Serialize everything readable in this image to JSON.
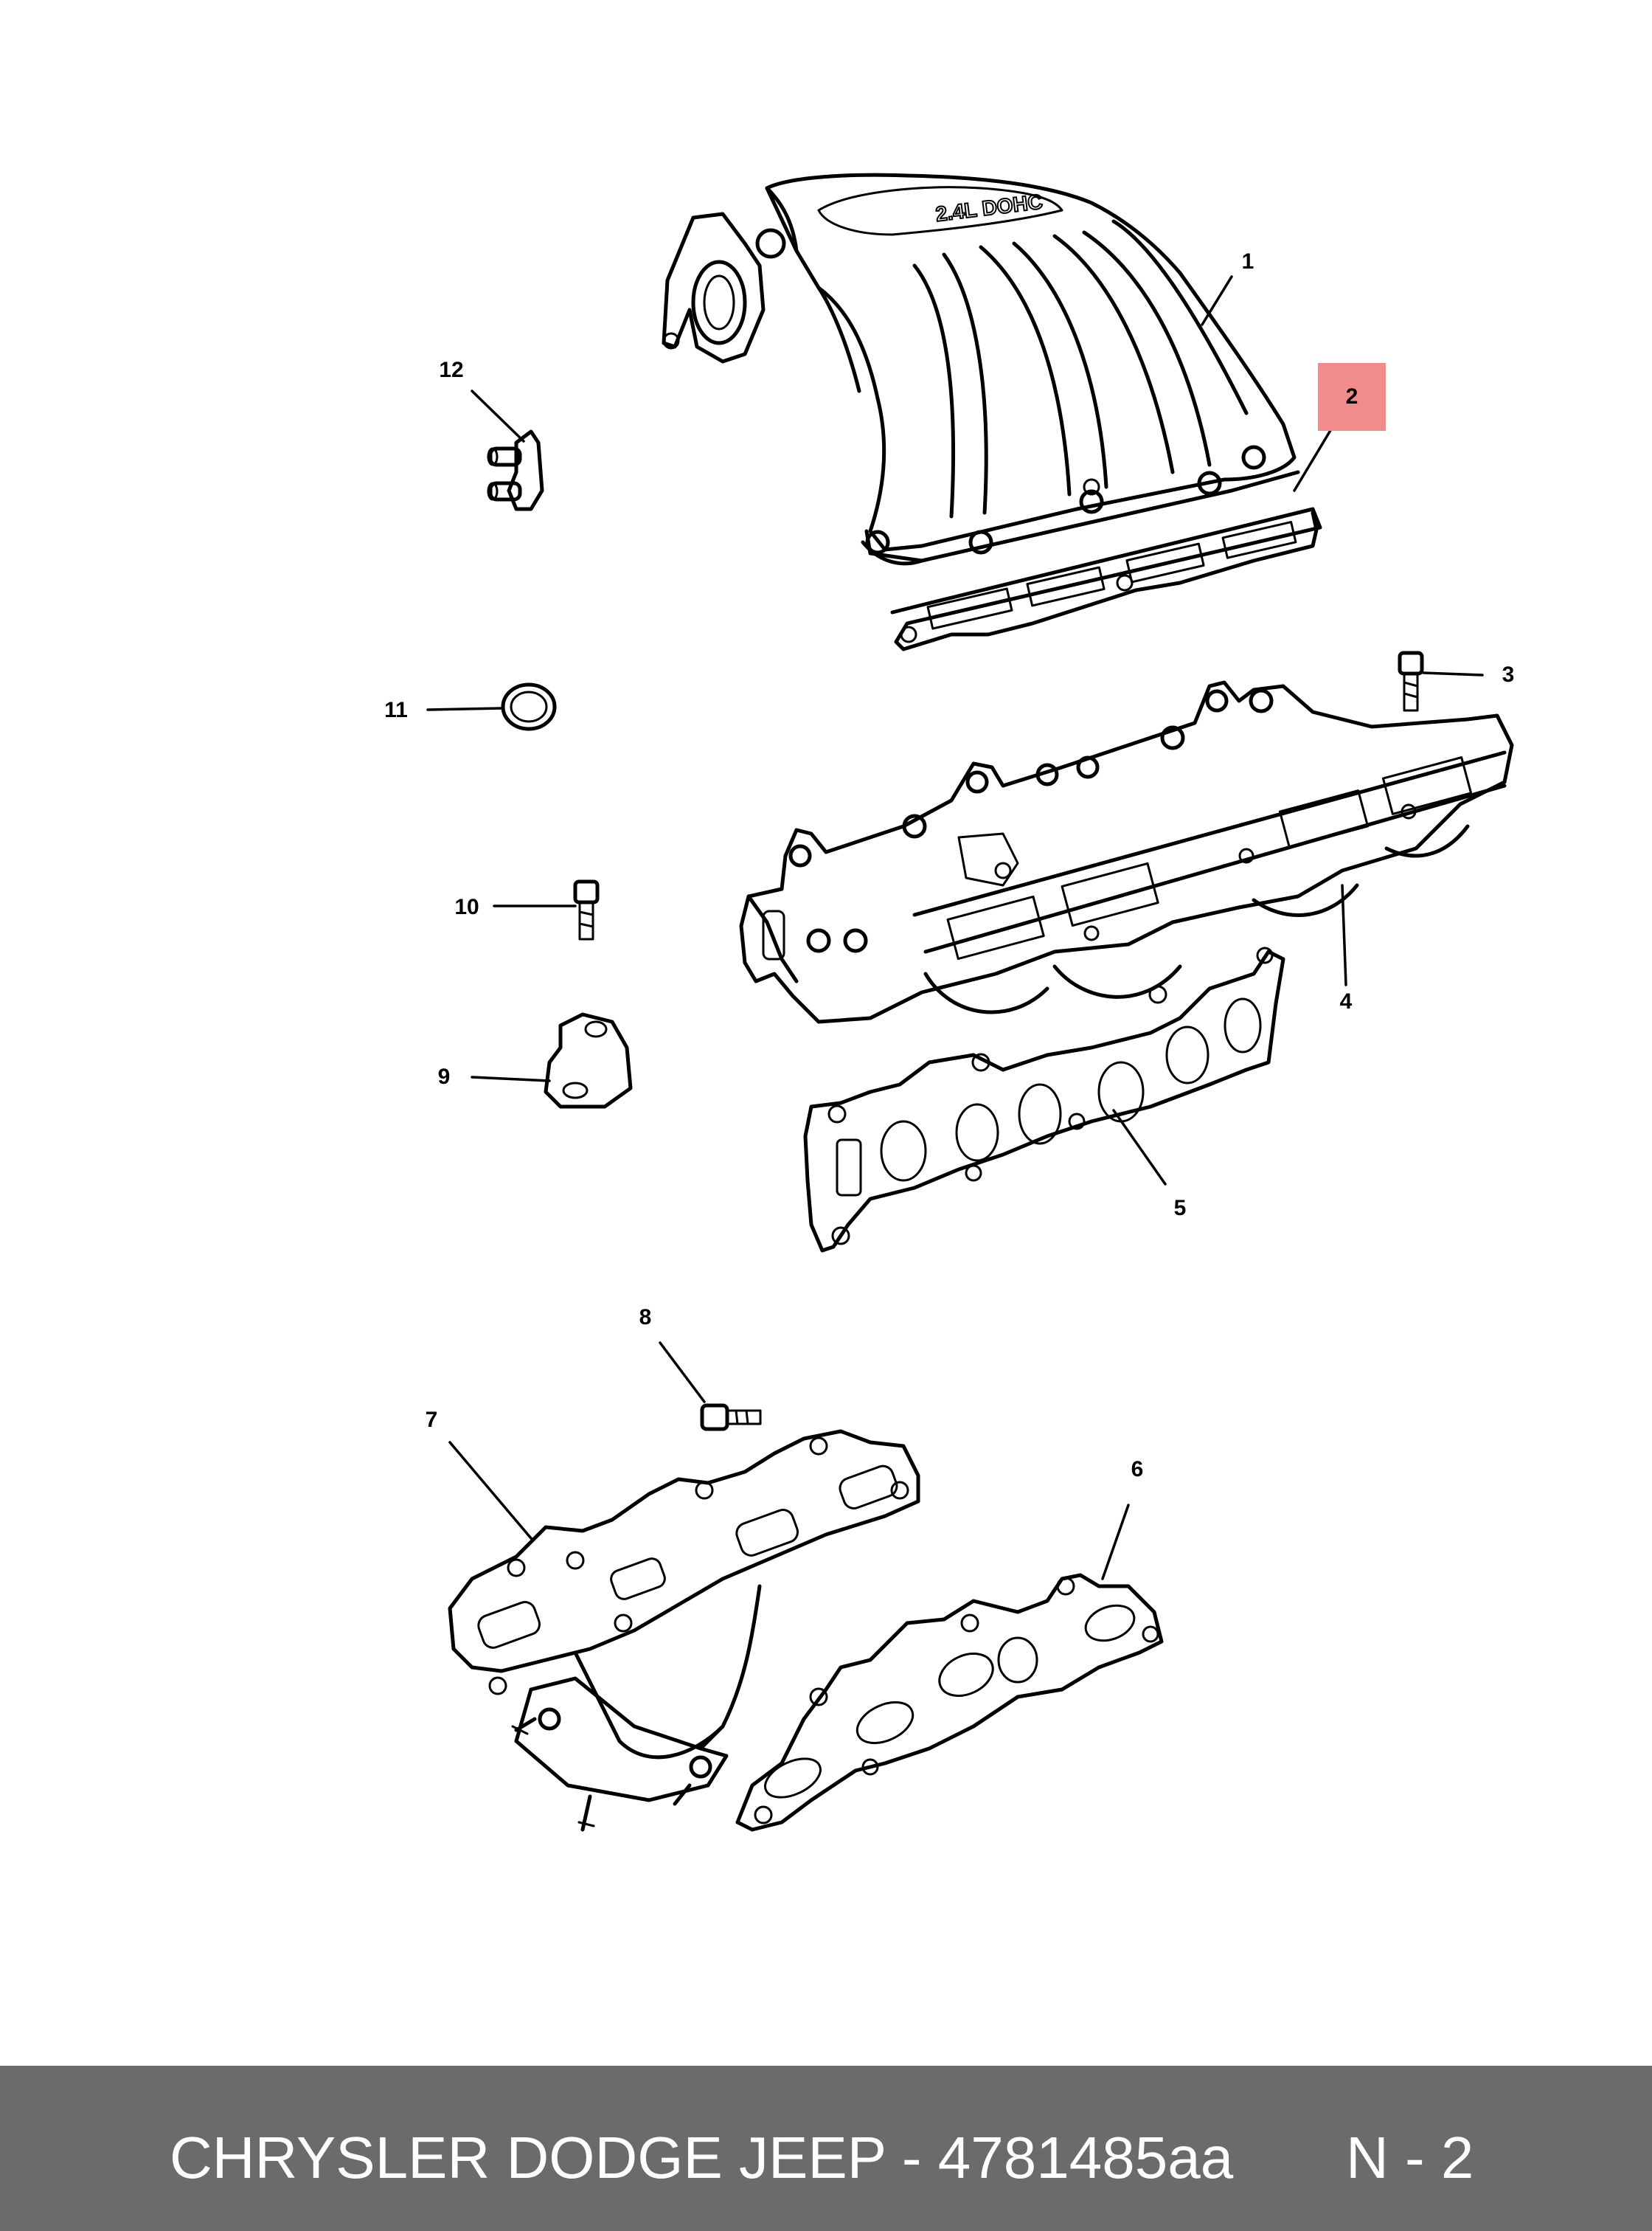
{
  "callouts": {
    "c1": "1",
    "c2": "2",
    "c3": "3",
    "c4": "4",
    "c5": "5",
    "c6": "6",
    "c7": "7",
    "c8": "8",
    "c9": "9",
    "c10": "10",
    "c11": "11",
    "c12": "12"
  },
  "engraving": "2.4L DOHC",
  "highlight_color": "#f28b8b",
  "footer": {
    "brand_part": "CHRYSLER DODGE JEEP - 4781485aa",
    "page": "N - 2",
    "background": "#6b6b6b"
  }
}
